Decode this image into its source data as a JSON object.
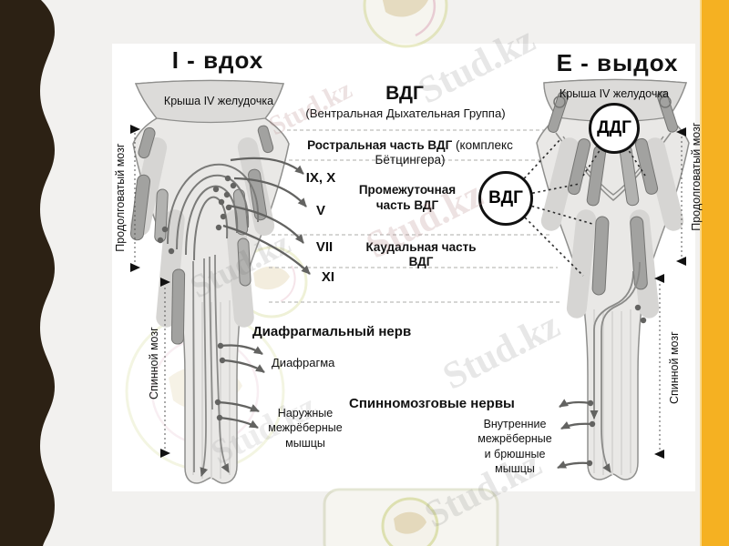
{
  "slide": {
    "left_panel": {
      "title": "I - вдох",
      "roof_label": "Крыша IV желудочка",
      "nerve_roots": [
        "IX, X",
        "V",
        "VII",
        "XI"
      ],
      "phrenic_nerve": "Диафрагмальный нерв",
      "diaphragm": "Диафрагма",
      "external_muscles_lines": [
        "Наружные",
        "межрёберные",
        "мышцы"
      ]
    },
    "center": {
      "vdg_abbr": "ВДГ",
      "vdg_full": "(Вентральная Дыхательная Группа)",
      "rostral_bold": "Ростральная часть ВДГ",
      "rostral_note": " (комплекс Бётцингера)",
      "intermediate_lines": [
        "Промежуточная",
        "часть ВДГ"
      ],
      "caudal": "Каудальная часть ВДГ",
      "vdg_circle": "ВДГ",
      "spinal_nerves": "Спинномозговые нервы"
    },
    "right_panel": {
      "title": "E - выдох",
      "roof_label": "Крыша IV желудочка",
      "ddg_circle": "ДДГ",
      "internal_muscles_lines": [
        "Внутренние",
        "межрёберные",
        "и брюшные",
        "мышцы"
      ]
    },
    "side_labels": {
      "medulla": "Продолговатый мозг",
      "spinal_cord": "Спинной мозг"
    },
    "watermark": {
      "text": "Stud.kz"
    },
    "colors": {
      "accent_orange": "#f5b122",
      "sidebar_brown": "#2c2114",
      "page_bg": "#f2f1ef",
      "panel_white": "#ffffff"
    }
  }
}
